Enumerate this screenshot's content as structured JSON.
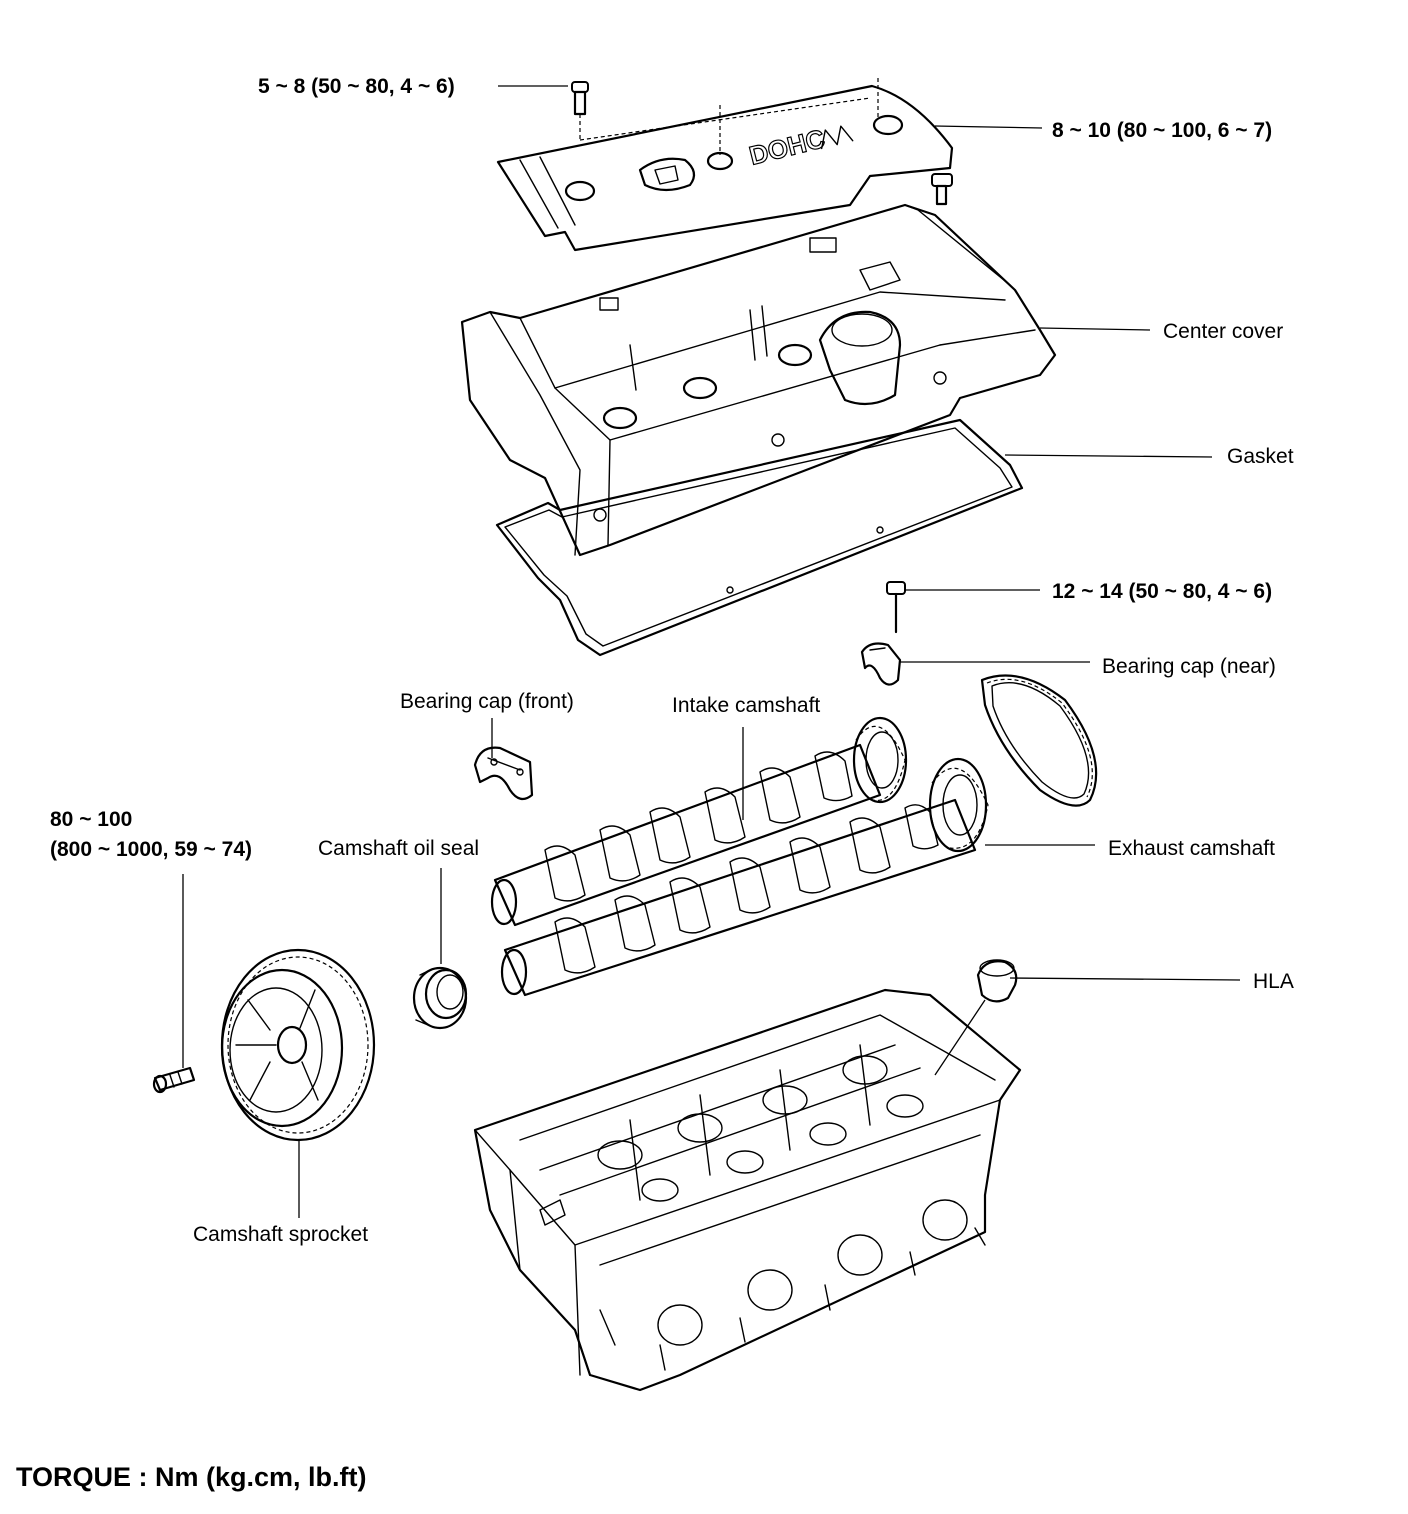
{
  "labels": {
    "torque_top_left": "5 ~ 8 (50 ~ 80, 4 ~ 6)",
    "torque_top_right": "8 ~ 10 (80 ~ 100, 6 ~ 7)",
    "center_cover": "Center cover",
    "gasket": "Gasket",
    "torque_mid_right": "12 ~ 14 (50 ~ 80, 4 ~ 6)",
    "bearing_cap_near": "Bearing cap (near)",
    "bearing_cap_front": "Bearing cap (front)",
    "intake_camshaft": "Intake camshaft",
    "torque_sprocket_line1": "80 ~ 100",
    "torque_sprocket_line2": "(800 ~ 1000, 59 ~ 74)",
    "camshaft_oil_seal": "Camshaft oil seal",
    "exhaust_camshaft": "Exhaust camshaft",
    "hla": "HLA",
    "camshaft_sprocket": "Camshaft sprocket",
    "cover_embossing": "DOHC"
  },
  "footer": {
    "torque_units": "TORQUE : Nm (kg.cm, lb.ft)"
  }
}
